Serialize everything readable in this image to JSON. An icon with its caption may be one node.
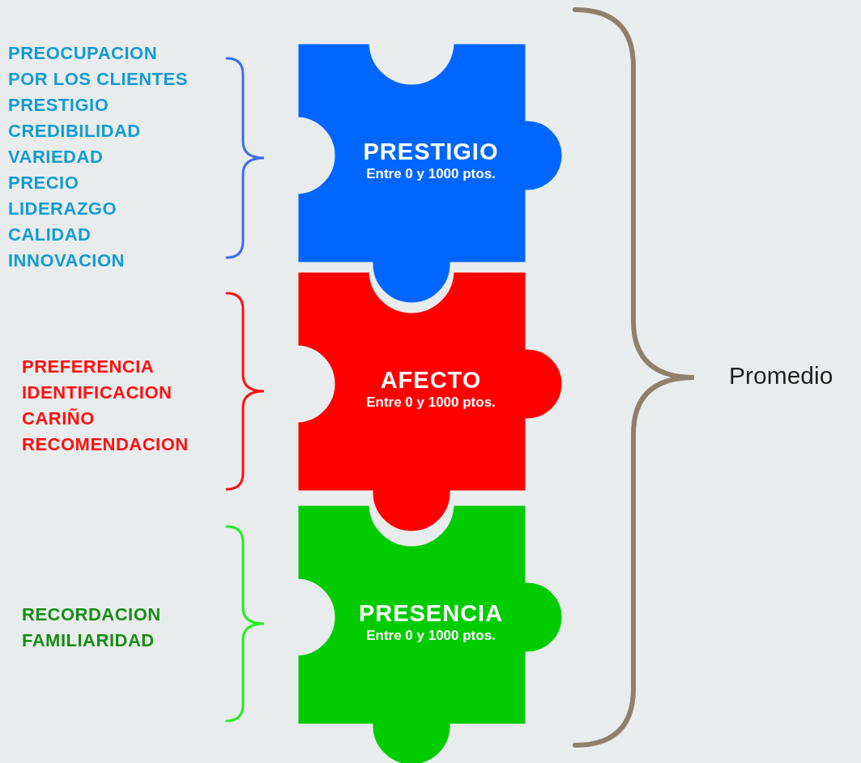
{
  "diagram": {
    "nodes": [
      {
        "text": [
          "PRESTIGIO",
          "Entre 0 y 1000 ptos."
        ]
      },
      {
        "text": [
          "AFECTO",
          "Entre 0 y 1000 ptos."
        ]
      },
      {
        "text": [
          "PRESENCIA",
          "Entre 0 y 1000 ptos."
        ]
      }
    ],
    "labels": [
      "PREOCUPACION",
      "POR LOS CLIENTES",
      "PRESTIGIO",
      "CREDIBILIDAD",
      "VARIEDAD",
      "PRECIO",
      "LIDERAZGO",
      "CALIDAD",
      "INNOVACION",
      "PREFERENCIA",
      "IDENTIFICACION",
      "CARIÑO",
      "RECOMENDACION",
      "RECORDACION",
      "FAMILIARIDAD",
      "Promedio"
    ]
  }
}
